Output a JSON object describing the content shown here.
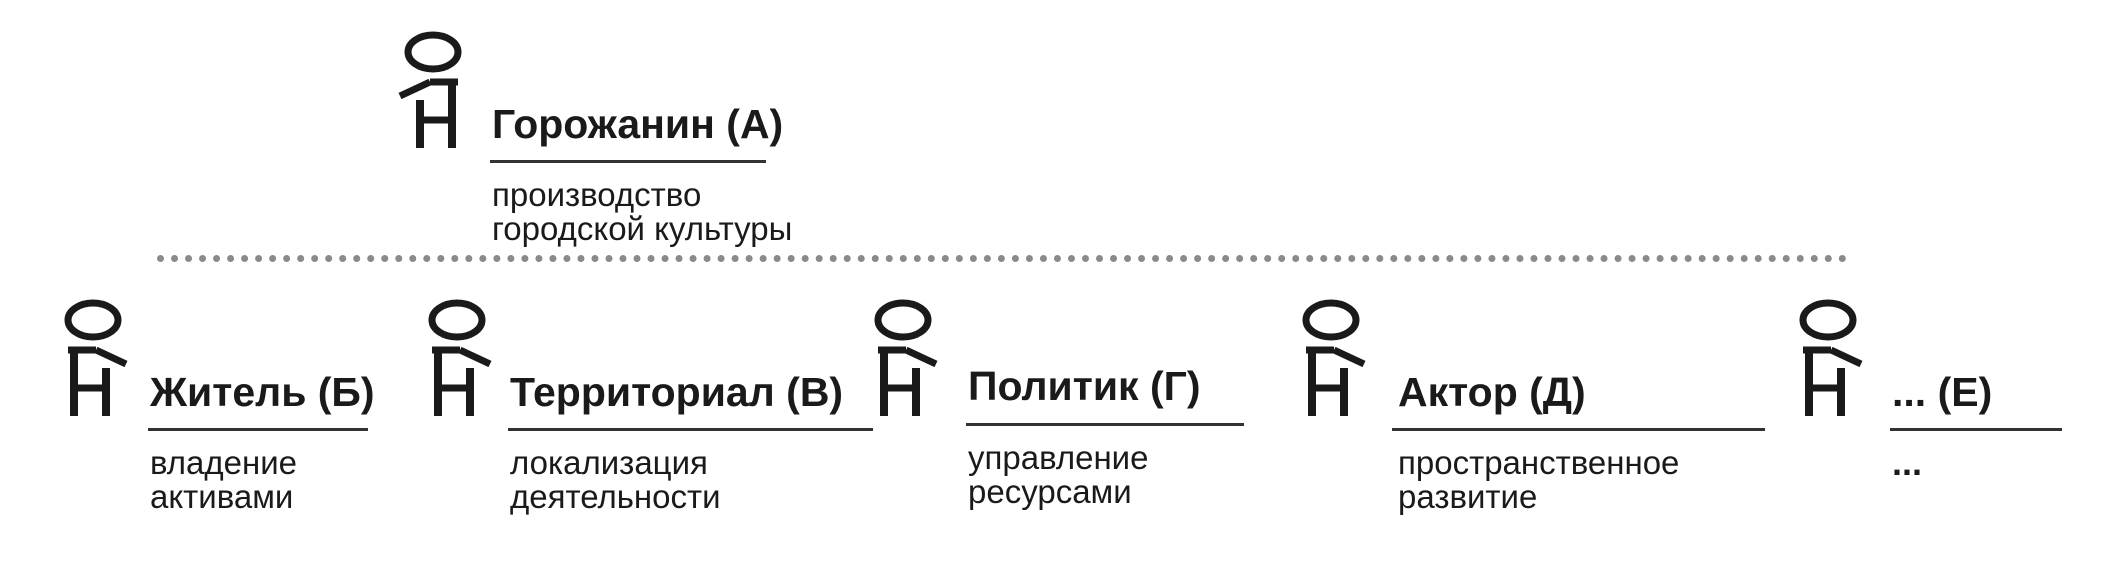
{
  "diagram": {
    "icon": "stick-figure-person-icon",
    "accent_color": "#1a1a1a",
    "rule_color": "#333333",
    "divider_color": "#8a8a8a",
    "top_role": {
      "title": "Горожанин (А)",
      "description": "производство\nгородской культуры"
    },
    "roles": [
      {
        "title": "Житель (Б)",
        "description": "владение\nактивами"
      },
      {
        "title": "Территориал (В)",
        "description": "локализация\nдеятельности"
      },
      {
        "title": "Политик (Г)",
        "description": "управление\nресурсами"
      },
      {
        "title": "Актор (Д)",
        "description": "пространственное\nразвитие"
      },
      {
        "title": "... (Е)",
        "description": "..."
      }
    ]
  }
}
